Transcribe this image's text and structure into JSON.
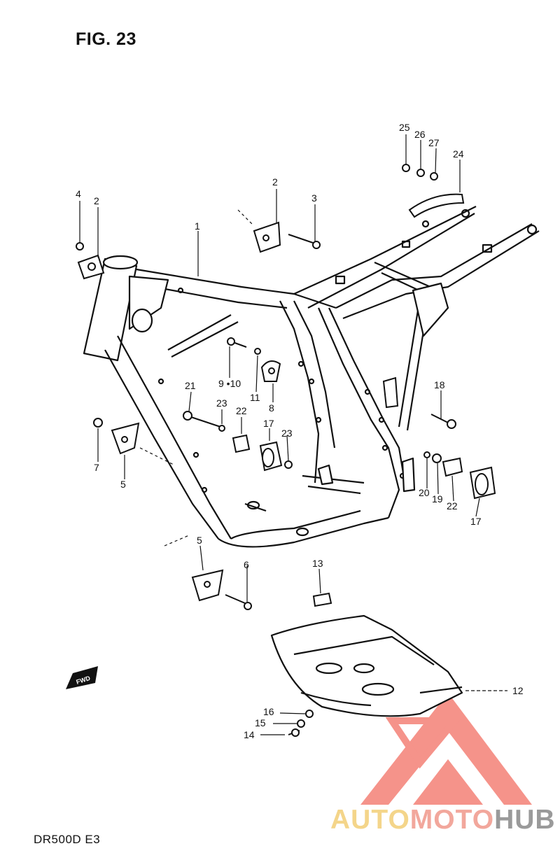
{
  "figure": {
    "title": "FIG. 23"
  },
  "footer": {
    "model": "DR500D  E3"
  },
  "watermark": {
    "part1": "AUTO",
    "part2": "MOTO",
    "part3": "HUB",
    "colors": {
      "auto": "#f4d58a",
      "moto": "#f2a79c",
      "hub": "#9a9a9a",
      "logo": "#ee3b2b"
    }
  },
  "direction_marker": "FWD",
  "callouts": {
    "c1": "1",
    "c2a": "2",
    "c2b": "2",
    "c3": "3",
    "c4": "4",
    "c5a": "5",
    "c5b": "5",
    "c6": "6",
    "c7": "7",
    "c8": "8",
    "c9_10": "9 •10",
    "c11": "11",
    "c12": "12",
    "c13": "13",
    "c14": "14",
    "c15": "15",
    "c16": "16",
    "c17a": "17",
    "c17b": "17",
    "c18": "18",
    "c19": "19",
    "c20": "20",
    "c21": "21",
    "c22a": "22",
    "c22b": "22",
    "c23a": "23",
    "c23b": "23",
    "c24": "24",
    "c25": "25",
    "c26": "26",
    "c27": "27"
  }
}
